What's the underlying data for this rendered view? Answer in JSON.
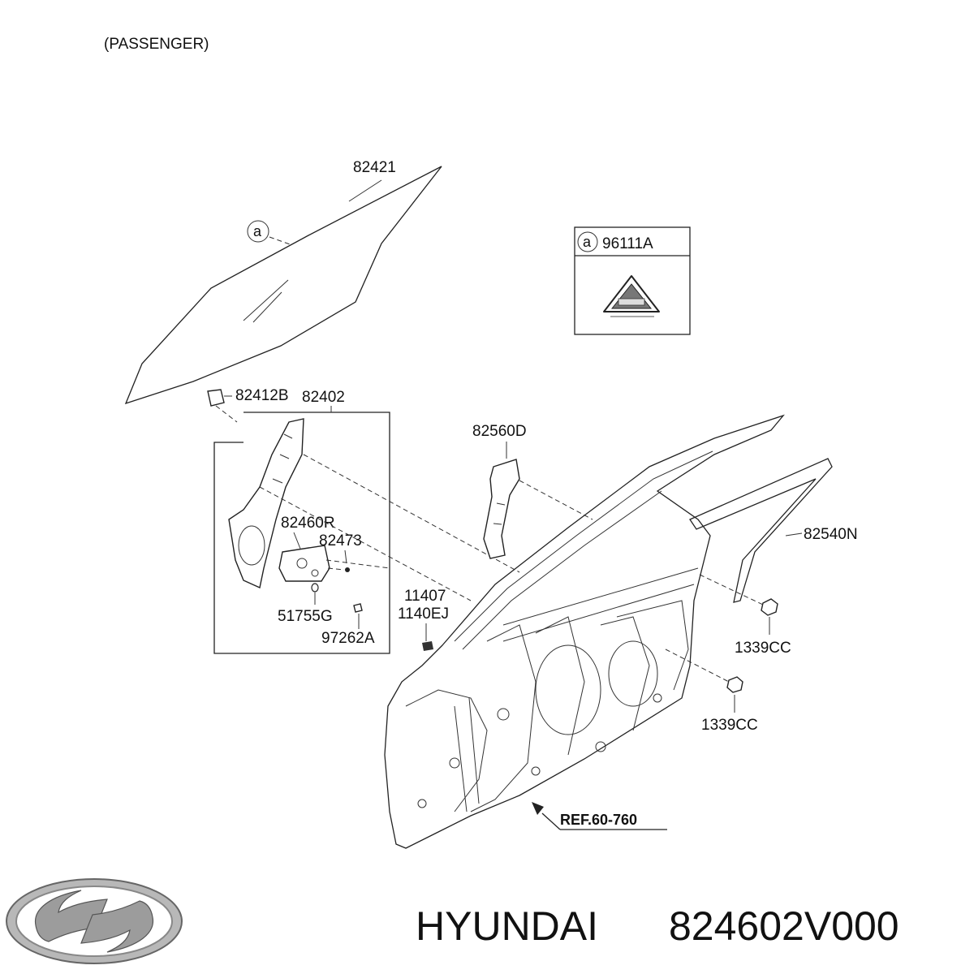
{
  "header": {
    "side_label": "(PASSENGER)"
  },
  "callouts": {
    "glass": "82421",
    "label_ref": "a",
    "label_box_ref": "a",
    "label_part": "96111A",
    "channel": "82412B",
    "regulator_assy": "82402",
    "motor": "82460R",
    "screw_a": "82473",
    "bolt_a": "11407",
    "bolt_b": "1140EJ",
    "grommet": "51755G",
    "clip": "97262A",
    "run_channel": "82560D",
    "weatherstrip": "82540N",
    "nut_upper": "1339CC",
    "nut_lower": "1339CC",
    "door_ref": "REF.60-760"
  },
  "footer": {
    "brand": "HYUNDAI",
    "part_number": "824602V000"
  },
  "logo": {
    "icon": "hyundai-logo-icon"
  }
}
